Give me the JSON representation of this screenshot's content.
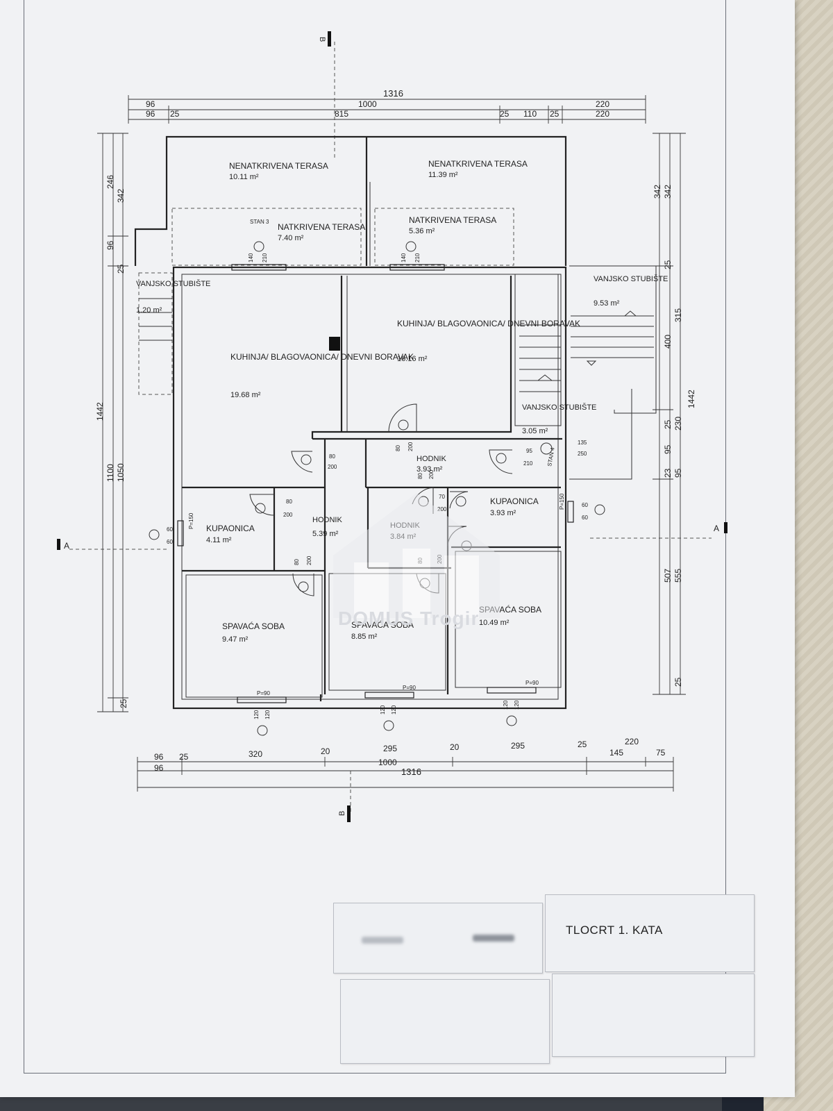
{
  "drawing": {
    "title": "TLOCRT 1. KATA",
    "watermark": "DOMUS Trogir",
    "section_marks": {
      "a_left": "A",
      "a_right": "A",
      "b_top": "B",
      "b_bottom": "B"
    }
  },
  "rooms": [
    {
      "name": "NENATKRIVENA TERASA",
      "area": "10.11 m²"
    },
    {
      "name": "NENATKRIVENA TERASA",
      "area": "11.39 m²"
    },
    {
      "name": "NATKRIVENA TERASA",
      "area": "7.40 m²"
    },
    {
      "name": "NATKRIVENA TERASA",
      "area": "5.36 m²"
    },
    {
      "name": "VANJSKO STUBIŠTE",
      "area": "1.20 m²"
    },
    {
      "name": "VANJSKO STUBIŠTE",
      "area": "9.53 m²"
    },
    {
      "name": "KUHINJA/ BLAGOVAONICA/ DNEVNI BORAVAK",
      "area": "19.68 m²"
    },
    {
      "name": "KUHINJA/ BLAGOVAONICA/ DNEVNI BORAVAK",
      "area": "16.16 m²"
    },
    {
      "name": "VANJSKO STUBIŠTE",
      "area": "3.05 m²"
    },
    {
      "name": "HODNIK",
      "area": "3.93 m²"
    },
    {
      "name": "HODNIK",
      "area": "5.39 m²"
    },
    {
      "name": "HODNIK",
      "area": "3.84 m²"
    },
    {
      "name": "KUPAONICA",
      "area": "4.11 m²"
    },
    {
      "name": "KUPAONICA",
      "area": "3.93 m²"
    },
    {
      "name": "SPAVAĆA SOBA",
      "area": "9.47 m²"
    },
    {
      "name": "SPAVAĆA SOBA",
      "area": "8.85 m²"
    },
    {
      "name": "SPAVAĆA SOBA",
      "area": "10.49 m²"
    }
  ],
  "labels": {
    "stan3": "STAN 3",
    "stan4": "STAN 4",
    "p150": "P=150",
    "p90": "P=90"
  },
  "dimensions": {
    "top": [
      "1316",
      "96",
      "1000",
      "220",
      "96",
      "25",
      "815",
      "25",
      "110",
      "25",
      "220"
    ],
    "bottom": [
      "96",
      "25",
      "320",
      "20",
      "295",
      "20",
      "295",
      "25",
      "220",
      "96",
      "1000",
      "145",
      "75",
      "1316"
    ],
    "left": [
      "246",
      "342",
      "96",
      "25",
      "1442",
      "1100",
      "1050",
      "25"
    ],
    "right": [
      "342",
      "342",
      "25",
      "315",
      "400",
      "1442",
      "25",
      "230",
      "95",
      "23",
      "95",
      "507",
      "555",
      "25"
    ],
    "openings": [
      "140",
      "210",
      "140",
      "210",
      "80",
      "200",
      "80",
      "200",
      "80",
      "200",
      "80",
      "200",
      "80",
      "200",
      "70",
      "200",
      "80",
      "200",
      "95",
      "210",
      "135",
      "250",
      "60",
      "60",
      "60",
      "60",
      "120",
      "120",
      "120",
      "120",
      "120",
      "120"
    ]
  }
}
